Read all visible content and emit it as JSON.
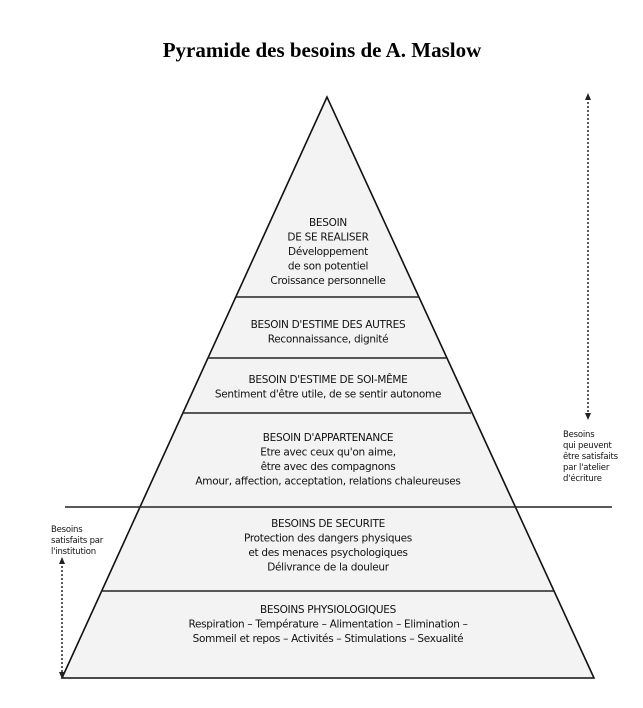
{
  "title": "Pyramide des besoins de A. Maslow",
  "levels": [
    {
      "lines": [
        "BESOIN",
        "DE SE REALISER",
        "Développement",
        "de son potentiel",
        "Croissance personnelle"
      ]
    },
    {
      "lines": [
        "BESOIN D'ESTIME DES AUTRES",
        "Reconnaissance, dignité"
      ]
    },
    {
      "lines": [
        "BESOIN D'ESTIME DE SOI-MÊME",
        "Sentiment d'être utile, de se sentir autonome"
      ]
    },
    {
      "lines": [
        "BESOIN D'APPARTENANCE",
        "Etre avec ceux qu'on aime,",
        "être avec des compagnons",
        "Amour, affection, acceptation, relations chaleureuses"
      ]
    },
    {
      "lines": [
        "BESOINS DE SECURITE",
        "Protection des dangers physiques",
        "et des menaces psychologiques",
        "Délivrance de la douleur"
      ]
    },
    {
      "lines": [
        "BESOINS PHYSIOLOGIQUES",
        "Respiration – Température – Alimentation – Elimination –",
        "Sommeil et repos – Activités – Stimulations – Sexualité"
      ]
    }
  ],
  "annotations": {
    "right": [
      "Besoins",
      "qui peuvent",
      "être satisfaits",
      "par l'atelier",
      "d'écriture"
    ],
    "left": [
      "Besoins",
      "satisfaits par",
      "l'institution"
    ]
  },
  "colors": {
    "fill": "#f3f3f3",
    "ink": "#111111"
  }
}
